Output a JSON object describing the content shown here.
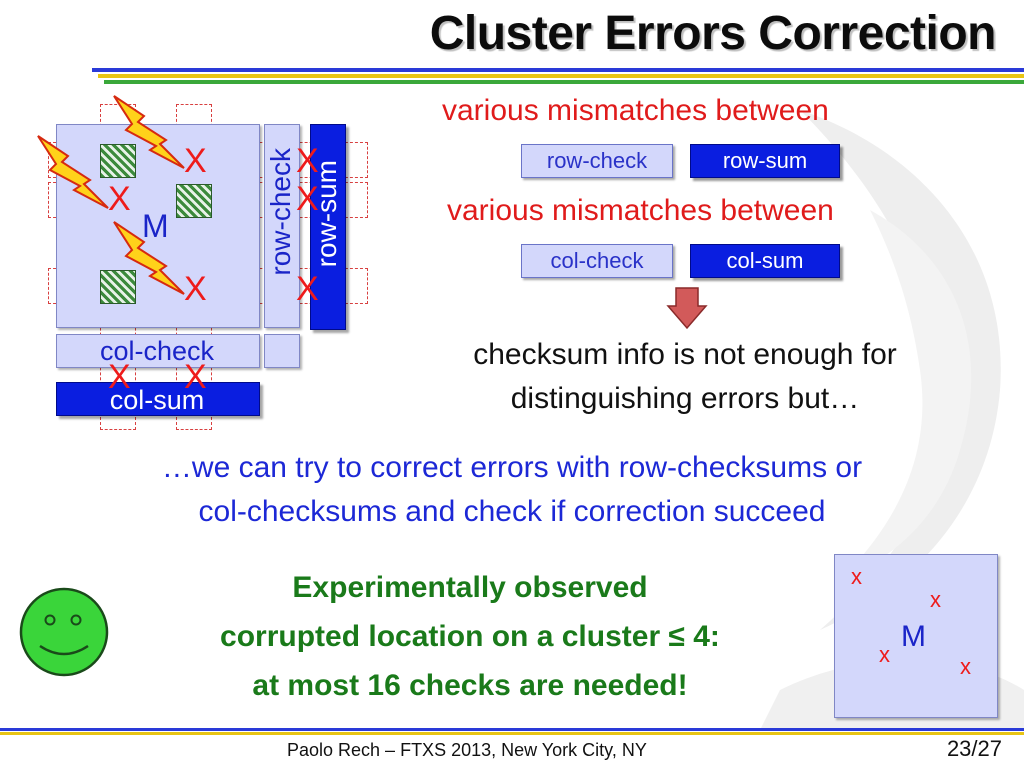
{
  "title": "Cluster Errors Correction",
  "colors": {
    "accent_blue": "#0a1ee0",
    "light_blue": "#d3d7fb",
    "error_red": "#ee1b1b",
    "green": "#1a7a1a",
    "smiley": "#3ad53a"
  },
  "diagram": {
    "matrix_label": "M",
    "row_check_label": "row-check",
    "row_sum_label": "row-sum",
    "col_check_label": "col-check",
    "col_sum_label": "col-sum",
    "error_mark": "X"
  },
  "right_panel": {
    "line1": "various mismatches between",
    "chip_row_check": "row-check",
    "chip_row_sum": "row-sum",
    "line2": "various mismatches between",
    "chip_col_check": "col-check",
    "chip_col_sum": "col-sum",
    "checksum_line1": "checksum info is not enough for",
    "checksum_line2": "distinguishing errors but…"
  },
  "middle": {
    "line1": "…we can try to correct errors with row-checksums or",
    "line2": "col-checksums and check if correction succeed"
  },
  "observation": {
    "line1": "Experimentally observed",
    "line2": "corrupted location on a cluster ≤ 4:",
    "line3": "at most 16 checks are needed!"
  },
  "mini_matrix": {
    "label": "M",
    "mark": "x"
  },
  "footer": {
    "text": "Paolo Rech – FTXS 2013, New York City, NY",
    "page": "23/27"
  }
}
